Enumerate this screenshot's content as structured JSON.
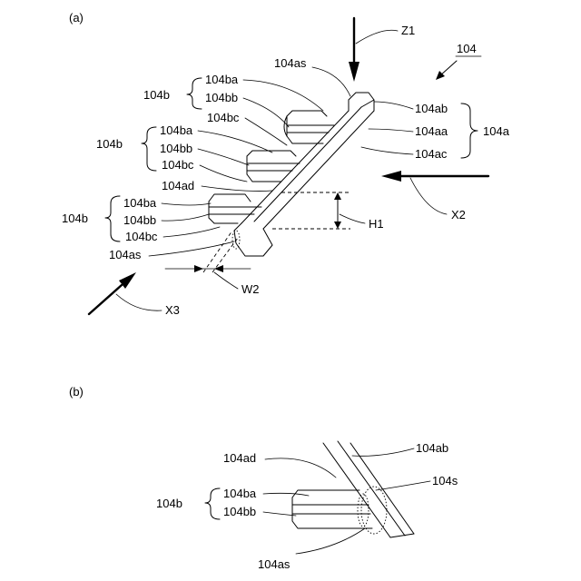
{
  "panel_a": {
    "caption": "(a)",
    "labels": {
      "ref_104": "104",
      "z1": "Z1",
      "x2": "X2",
      "x3": "X3",
      "h1": "H1",
      "w2": "W2",
      "as_top": "104as",
      "as_bottom": "104as",
      "ab": "104ab",
      "aa": "104aa",
      "ac": "104ac",
      "a_group": "104a",
      "ad": "104ad",
      "b_group_1": "104b",
      "b_group_2": "104b",
      "b_group_3": "104b",
      "ba_1": "104ba",
      "bb_1": "104bb",
      "bc_1": "104bc",
      "ba_2": "104ba",
      "bb_2": "104bb",
      "bc_2": "104bc",
      "ba_3": "104ba",
      "bb_3": "104bb",
      "bc_3": "104bc"
    }
  },
  "panel_b": {
    "caption": "(b)",
    "labels": {
      "ad": "104ad",
      "ab": "104ab",
      "s": "104s",
      "b_group": "104b",
      "ba": "104ba",
      "bb": "104bb",
      "as": "104as"
    }
  }
}
